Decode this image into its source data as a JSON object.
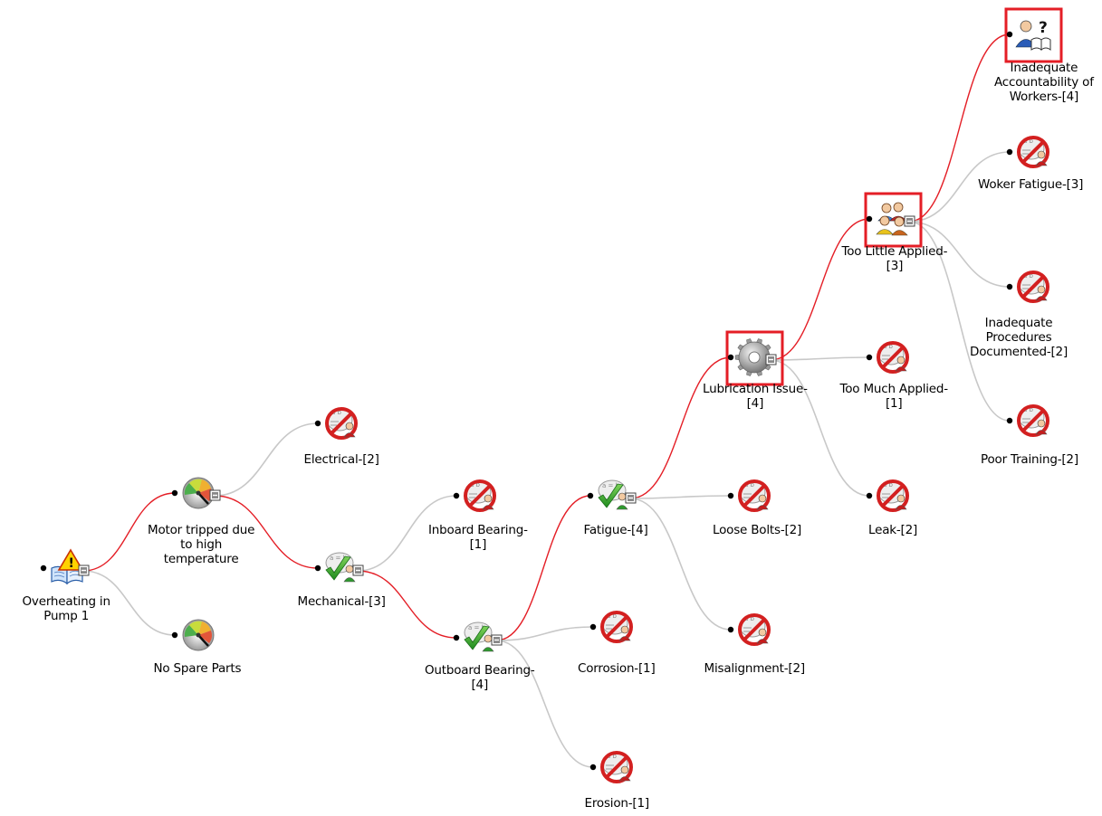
{
  "tree": {
    "nodes": {
      "overheating": {
        "label": "Overheating in\nPump 1",
        "icon": "problem-book-warning-icon"
      },
      "motor": {
        "label": "Motor tripped due\nto high\ntemperature",
        "icon": "gauge-icon"
      },
      "spare": {
        "label": "No Spare Parts",
        "icon": "gauge-icon"
      },
      "electrical": {
        "label": "Electrical-[2]",
        "icon": "ruled-out-cause-icon"
      },
      "mechanical": {
        "label": "Mechanical-[3]",
        "icon": "verified-cause-icon"
      },
      "inboard": {
        "label": "Inboard Bearing-\n[1]",
        "icon": "ruled-out-cause-icon"
      },
      "outboard": {
        "label": "Outboard Bearing-\n[4]",
        "icon": "verified-cause-icon"
      },
      "fatigue": {
        "label": "Fatigue-[4]",
        "icon": "verified-cause-icon"
      },
      "corrosion": {
        "label": "Corrosion-[1]",
        "icon": "ruled-out-cause-icon"
      },
      "erosion": {
        "label": "Erosion-[1]",
        "icon": "ruled-out-cause-icon"
      },
      "lubrication": {
        "label": "Lubrication Issue-\n[4]",
        "icon": "gear-icon"
      },
      "loose": {
        "label": "Loose Bolts-[2]",
        "icon": "ruled-out-cause-icon"
      },
      "misalign": {
        "label": "Misalignment-[2]",
        "icon": "ruled-out-cause-icon"
      },
      "toolittle": {
        "label": "Too Little Applied-\n[3]",
        "icon": "people-group-icon"
      },
      "toomuch": {
        "label": "Too Much Applied-\n[1]",
        "icon": "ruled-out-cause-icon"
      },
      "leak": {
        "label": "Leak-[2]",
        "icon": "ruled-out-cause-icon"
      },
      "accountability": {
        "label": "Inadequate\nAccountability of\nWorkers-[4]",
        "icon": "person-book-question-icon"
      },
      "wfatigue": {
        "label": "Woker Fatigue-[3]",
        "icon": "ruled-out-cause-icon"
      },
      "procedures": {
        "label": "Inadequate\nProcedures\nDocumented-[2]",
        "icon": "ruled-out-cause-icon"
      },
      "training": {
        "label": "Poor Training-[2]",
        "icon": "ruled-out-cause-icon"
      }
    },
    "root_cause_path": [
      "overheating",
      "motor",
      "mechanical",
      "outboard",
      "fatigue",
      "lubrication",
      "toolittle",
      "accountability"
    ],
    "highlighted_nodes": [
      "lubrication",
      "toolittle",
      "accountability"
    ],
    "colors": {
      "root_path": "#e41e26",
      "branch": "#c8c8c8",
      "selection": "#e41e26"
    }
  }
}
